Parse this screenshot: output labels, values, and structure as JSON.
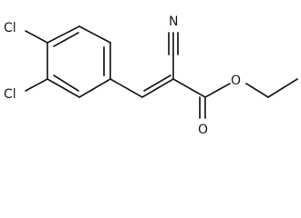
{
  "molecule": {
    "atom_labels": {
      "cl_upper": "Cl",
      "cl_lower": "Cl",
      "nitrile_n": "N",
      "carbonyl_o": "O",
      "ester_o": "O"
    }
  }
}
